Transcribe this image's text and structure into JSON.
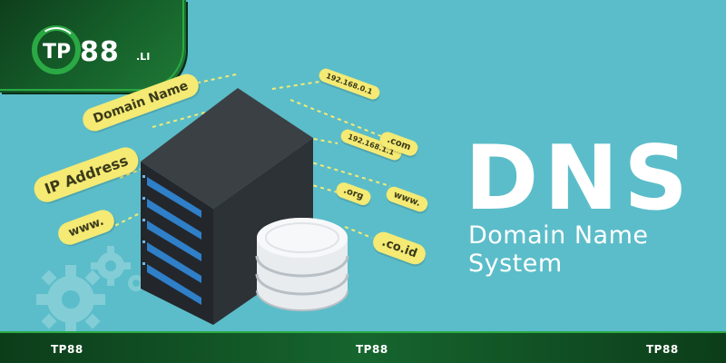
{
  "logo": {
    "text": "88",
    "suffix": ".LI",
    "mark": "TP"
  },
  "tags": {
    "domain_name": "Domain Name",
    "ip_address": "IP Address",
    "www_left": "www.",
    "ip1": "192.168.0.1",
    "ip2": "192.168.1.1",
    "com": ".com",
    "org": ".org",
    "www_right": "www.",
    "coid": ".co.id"
  },
  "title": {
    "main": "DNS",
    "subtitle": "Domain Name System"
  },
  "banner": {
    "left": "TP88",
    "center": "TP88",
    "right": "TP88"
  },
  "colors": {
    "background": "#5bbdc9",
    "tag": "#f4ea74",
    "banner": "#16652e",
    "accent": "#2ba944"
  }
}
